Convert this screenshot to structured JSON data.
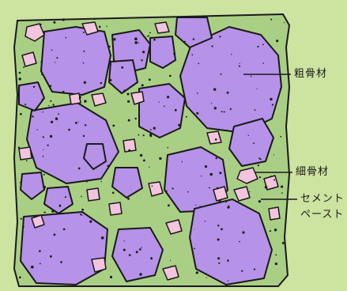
{
  "labels": {
    "coarse_aggregate": "粗骨材",
    "fine_aggregate": "細骨材",
    "cement_paste_line1": "セメント",
    "cement_paste_line2": "ペースト"
  },
  "colors": {
    "background": "#cde3a0",
    "paste": "#a9cf84",
    "coarse_aggregate_fill": "#b692e8",
    "fine_aggregate_fill": "#f3c4de",
    "outline": "#1a1a1a"
  }
}
